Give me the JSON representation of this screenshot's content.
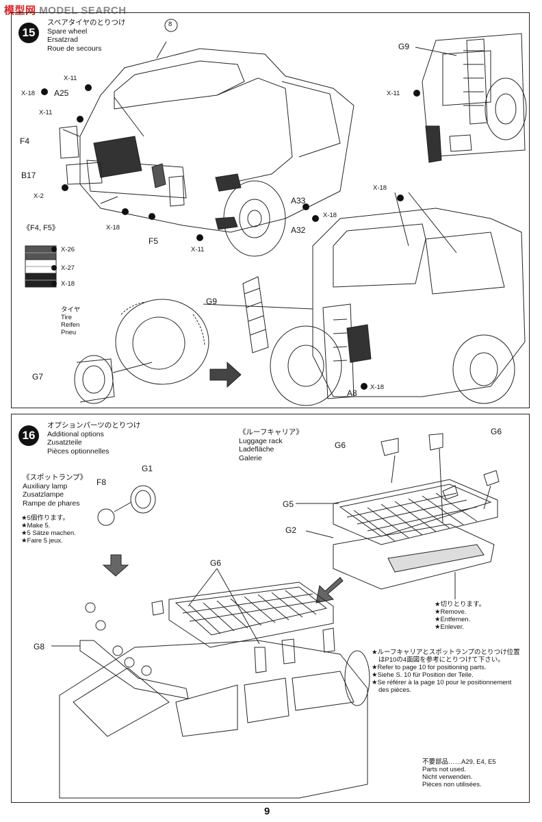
{
  "watermark": {
    "red": "模型网",
    "gray": "MODEL SEARCH"
  },
  "step15": {
    "number": "15",
    "title_jp": "スペアタイヤのとりつけ",
    "title_en": "Spare wheel",
    "title_de": "Ersatzrad",
    "title_fr": "Roue de secours",
    "callout_number": "8",
    "parts": {
      "a25": "A25",
      "f4": "F4",
      "b17": "B17",
      "f5": "F5",
      "a33": "A33",
      "a32": "A32",
      "g9_top": "G9",
      "g9_mid": "G9",
      "g7": "G7",
      "a8": "A8"
    },
    "screws": {
      "x11_a": "X-11",
      "x18_a": "X-18",
      "x11_b": "X-11",
      "x2": "X-2",
      "x18_b": "X-18",
      "x11_c": "X-11",
      "x18_c": "X-18",
      "x11_right": "X-11",
      "x18_top": "X-18",
      "x18_a8": "X-18"
    },
    "lens": {
      "title": "《F4, F5》",
      "x26": "X-26",
      "x27": "X-27",
      "x18": "X-18"
    },
    "tire": {
      "jp": "タイヤ",
      "en": "Tire",
      "de": "Reifen",
      "fr": "Pneu"
    }
  },
  "step16": {
    "number": "16",
    "title_jp": "オプションパーツのとりつけ",
    "title_en": "Additional options",
    "title_de": "Zusatzteile",
    "title_fr": "Pièces optionnelles",
    "lamp": {
      "title_jp": "《スポットランプ》",
      "en": "Auxiliary lamp",
      "de": "Zusatzlampe",
      "fr": "Rampe de phares",
      "note_jp": "★5個作ります。",
      "note_en": "★Make 5.",
      "note_de": "★5 Sätze machen.",
      "note_fr": "★Faire 5 jeux.",
      "f8": "F8",
      "g1": "G1"
    },
    "rack": {
      "title_jp": "《ルーフキャリア》",
      "en": "Luggage rack",
      "de": "Ladefläche",
      "fr": "Galerie",
      "g6_a": "G6",
      "g6_b": "G6",
      "g5": "G5",
      "g2": "G2",
      "g6_c": "G6",
      "g8": "G8",
      "remove_jp": "★切りとります。",
      "remove_en": "★Remove.",
      "remove_de": "★Entfernen.",
      "remove_fr": "★Enlever."
    },
    "position_note": {
      "jp1": "★ルーフキャリアとスポットランプのとりつけ位置",
      "jp2": "はP10の4面図を参考にとりつけて下さい。",
      "en": "★Refer to page 10 for positioning parts.",
      "de": "★Siehe S. 10 für Position der Teile.",
      "fr1": "★Se référer à la page 10 pour le positionnement",
      "fr2": "des pièces."
    },
    "not_used": {
      "jp": "不要部品……A29, E4, E5",
      "en": "Parts not used.",
      "de": "Nicht verwenden.",
      "fr": "Pièces non utilisées."
    }
  },
  "page_number": "9"
}
